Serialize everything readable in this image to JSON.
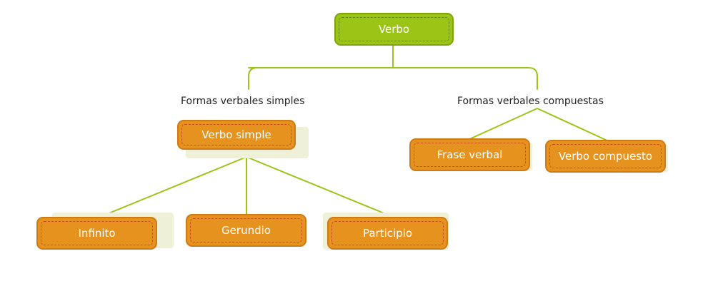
{
  "diagram": {
    "root": {
      "label": "Verbo"
    },
    "groups": [
      {
        "heading": "Formas verbales simples",
        "nodes": [
          {
            "label": "Verbo simple"
          }
        ],
        "children": [
          {
            "label": "Infinito"
          },
          {
            "label": "Gerundio"
          },
          {
            "label": "Participio"
          }
        ]
      },
      {
        "heading": "Formas verbales compuestas",
        "nodes": [
          {
            "label": "Frase verbal"
          },
          {
            "label": "Verbo compuesto"
          }
        ]
      }
    ],
    "colors": {
      "root_fill": "#9cc417",
      "node_fill": "#e6921f",
      "connector": "#9cc417",
      "dash": "#be321e"
    }
  }
}
